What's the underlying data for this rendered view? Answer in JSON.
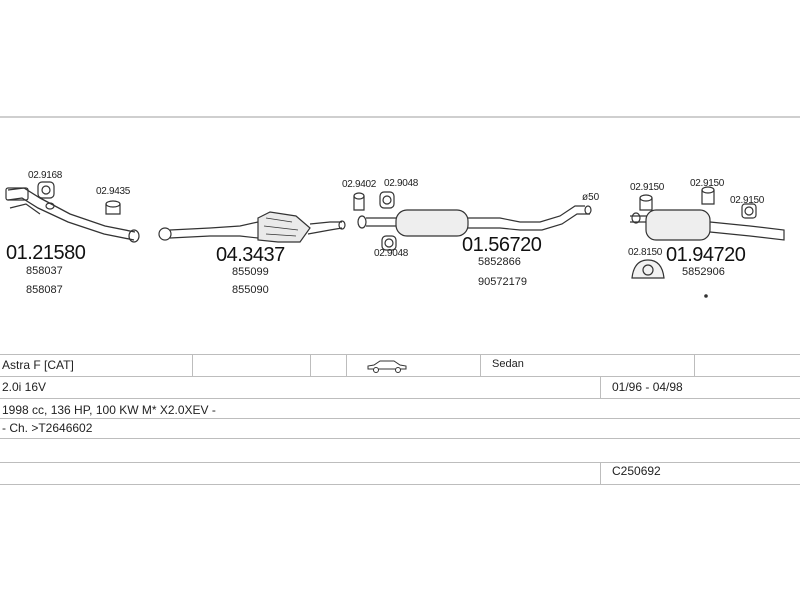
{
  "parts": [
    {
      "main": "01.21580",
      "subs": [
        "858037",
        "858087"
      ]
    },
    {
      "main": "04.3437",
      "subs": [
        "855099",
        "855090"
      ]
    },
    {
      "main": "01.56720",
      "subs": [
        "5852866",
        "90572179"
      ]
    },
    {
      "main": "01.94720",
      "subs": [
        "5852906"
      ]
    }
  ],
  "small_parts": [
    "02.9168",
    "02.9435",
    "02.9402",
    "02.9048",
    "02.9048",
    "02.9150",
    "02.9150",
    "02.9150",
    "02.8150"
  ],
  "diameter": "ø50",
  "vehicle": {
    "model": "Astra F  [CAT]",
    "body": "Sedan",
    "engine": "2.0i 16V",
    "years": "01/96 - 04/98",
    "spec": "1998 cc, 136 HP, 100 KW M* X2.0XEV -",
    "chassis": "- Ch. >T2646602",
    "code": "C250692"
  }
}
